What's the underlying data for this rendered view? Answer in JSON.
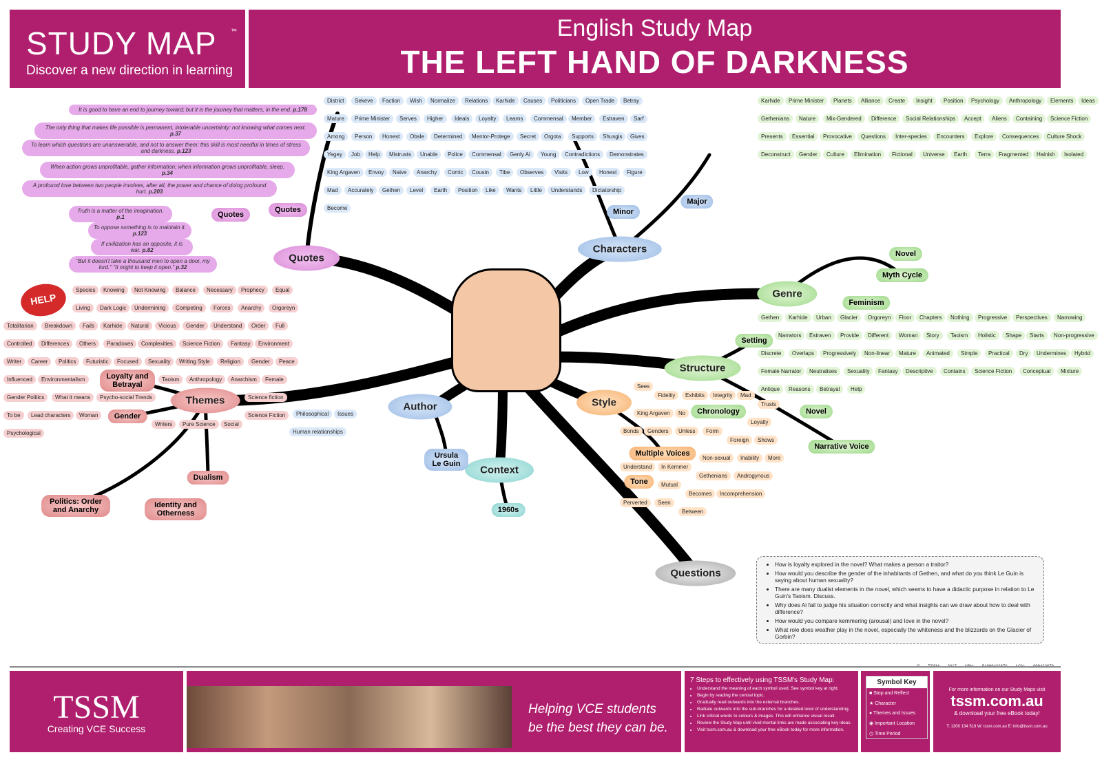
{
  "header": {
    "brand": "STUDY MAP",
    "tagline": "Discover a new direction in learning",
    "tm": "™",
    "subtitle": "English Study Map",
    "title": "THE LEFT HAND OF DARKNESS"
  },
  "main_nodes": {
    "quotes": "Quotes",
    "characters": "Characters",
    "genre": "Genre",
    "structure": "Structure",
    "style": "Style",
    "author": "Author",
    "context": "Context",
    "themes": "Themes",
    "questions": "Questions"
  },
  "sub_nodes": {
    "quotes_a": "Quotes",
    "quotes_b": "Quotes",
    "minor": "Minor",
    "major": "Major",
    "setting": "Setting",
    "chronology": "Chronology",
    "novel": "Novel",
    "narrative_voice": "Narrative Voice",
    "multiple_voices": "Multiple Voices",
    "tone": "Tone",
    "loyalty": "Loyalty and Betrayal",
    "gender": "Gender",
    "dualism": "Dualism",
    "identity": "Identity and Otherness",
    "politics": "Politics: Order and Anarchy",
    "ursula": "Ursula Le Guin",
    "sixties": "1960s",
    "feminism": "Feminism",
    "myth_cycle": "Myth Cycle",
    "genre_novel": "Novel"
  },
  "quotes": [
    {
      "text": "It is good to have an end to journey toward; but it is the journey that matters, in the end.",
      "page": "p.178"
    },
    {
      "text": "The only thing that makes life possible is permanent, intolerable uncertainty: not knowing what comes next.",
      "page": "p.37"
    },
    {
      "text": "To learn which questions are unanswerable, and not to answer them: this skill is most needful in times of stress and darkness.",
      "page": "p.123"
    },
    {
      "text": "When action grows unprofitable, gather information; when information grows unprofitable, sleep.",
      "page": "p.34"
    },
    {
      "text": "A profound love between two people involves, after all, the power and chance of doing profound hurt.",
      "page": "p.203"
    },
    {
      "text": "Truth is a matter of the imagination.",
      "page": "p.1"
    },
    {
      "text": "To oppose something is to maintain it.",
      "page": "p.123"
    },
    {
      "text": "If civilization has an opposite, it is war.",
      "page": "p.82"
    },
    {
      "text": "\"But it doesn't take a thousand men to open a door, my lord.\" \"It might to keep it open.\"",
      "page": "p.32"
    }
  ],
  "leaves": [
    "District",
    "Sekeve",
    "Faction",
    "Wish",
    "Normalize",
    "Relations",
    "Karhide",
    "Causes",
    "Politicians",
    "Open Trade",
    "Betray",
    "Mature",
    "Prime Minister",
    "Serves",
    "Higher",
    "Ideals",
    "Loyalty",
    "Learns",
    "Commensal",
    "Member",
    "Estraven",
    "Among",
    "Person",
    "Honest",
    "Obsle",
    "Determined",
    "Mentor-Protege",
    "Secret",
    "Orgota",
    "Sarf",
    "Supports",
    "Shusgis",
    "Yegey",
    "Gives",
    "Job",
    "Help",
    "Mistrusts",
    "Unable",
    "Police",
    "Commensal",
    "Genly Ai",
    "Young",
    "Contradictions",
    "Demonstrates",
    "King Argaven",
    "Envoy",
    "Naive",
    "Anarchy",
    "Comic",
    "Cousin",
    "Tibe",
    "Observes",
    "Visits",
    "Low",
    "Honest",
    "Figure",
    "Mad",
    "Accurately",
    "Gethen",
    "Level",
    "Earth",
    "Position",
    "Like",
    "Wants",
    "Little",
    "Understands",
    "Dictatorship",
    "Become",
    "Karhide",
    "Prime Minister",
    "Planets",
    "Alliance",
    "Create",
    "Insight",
    "Position",
    "Psychology",
    "Anthropology",
    "Elements",
    "Gethenians",
    "Nature",
    "Mix-Gendered",
    "Difference",
    "Social Relationships",
    "Accept",
    "Aliens",
    "Containing",
    "Science Fiction",
    "Presents",
    "Essential",
    "Provocative",
    "Questions",
    "Inter-species",
    "Encounters",
    "Explore",
    "Consequences",
    "Culture Shock",
    "Ideas",
    "Deconstruct",
    "Gender",
    "Culture",
    "Elimination",
    "Fictional",
    "Universe",
    "Earth",
    "Terra",
    "Fragmented",
    "Hainish",
    "Isolated",
    "Gethen",
    "Karhide",
    "Urban",
    "Glacier",
    "Orgoreyn",
    "Floor",
    "Chapters",
    "Nothing",
    "Progressive",
    "Perspectives",
    "Narrowing",
    "Narrators",
    "Estraven",
    "Provide",
    "Different",
    "Woman",
    "Story",
    "Taoism",
    "Holistic",
    "Shape",
    "Starts",
    "Non-progressive",
    "Discrete",
    "Overlaps",
    "Progressively",
    "Non-linear",
    "Mature",
    "Animated",
    "Simple",
    "Practical",
    "Dry",
    "Undermines",
    "Female Narrator",
    "Neutralises",
    "Sexuality",
    "Hybrid",
    "Fantasy",
    "Descriptive",
    "Contains",
    "Science Fiction",
    "Conceptual",
    "Mixture",
    "Antique",
    "Reasons",
    "Betrayal",
    "Help",
    "Sees",
    "Fidelity",
    "Exhibits",
    "Integrity",
    "King Argaven",
    "Mad",
    "Trusts",
    "Loyalty",
    "Bonds",
    "Genders",
    "Unless",
    "No",
    "Form",
    "Foreign",
    "Non-sexual",
    "Shows",
    "Inability",
    "Understand",
    "In Kemmer",
    "Gethenians",
    "Androgynous",
    "More",
    "Mutual",
    "Becomes",
    "Incomprehension",
    "Perverted",
    "Seen",
    "Between",
    "Species",
    "Knowing",
    "Not Knowing",
    "Balance",
    "Necessary",
    "Prophecy",
    "Equal",
    "Living",
    "Dark Logic",
    "Undermining",
    "Competing",
    "Forces",
    "Anarchy",
    "Orgoreyn",
    "Totalitarian",
    "Breakdown",
    "Fails",
    "Karhide",
    "Natural",
    "Vicious",
    "Gender",
    "Understand",
    "Order",
    "Full",
    "Controlled",
    "Differences",
    "Others",
    "Paradoxes",
    "Complexities",
    "Science Fiction",
    "Fantasy",
    "Environment",
    "Writer",
    "Career",
    "Politics",
    "Futuristic",
    "Focused",
    "Sexuality",
    "Writing Style",
    "Religion",
    "Gender",
    "Influenced",
    "Peace",
    "Environmentalism",
    "Taoism",
    "Anthropology",
    "Anarchism",
    "Gender Politics",
    "Female",
    "What it means",
    "Psycho-social Trends",
    "Science fiction",
    "To be",
    "Lead characters",
    "Science Fiction",
    "Woman",
    "Writers",
    "Pure Science",
    "Social",
    "Psychological",
    "Philosophical",
    "Human relationships",
    "Issues"
  ],
  "questions": [
    "How is loyalty explored in the novel? What makes a person a traitor?",
    "How would you describe the gender of the inhabitants of Gethen, and what do you think Le Guin is saying about human sexuality?",
    "There are many dualist elements in the novel, which seems to have a didactic purpose in relation to Le Guin's Taoism. Discuss.",
    "Why does Ai fail to judge his situation correctly and what insights can we draw about how to deal with difference?",
    "How would you compare kemmering (arousal) and love in the novel?",
    "What role does weather play in the novel, especially the whiteness and the blizzards on the Glacier of Gorbin?"
  ],
  "icons": {
    "help": "HELP"
  },
  "footer": {
    "copyright": "© TSSM 2017",
    "abn": "ABN: 54099422670",
    "acn": "ACN: 099422670",
    "logo": "TSSM",
    "logo_tag": "Creating VCE Success",
    "slogan1": "Helping VCE students",
    "slogan2": "be the best they can be.",
    "steps_title": "7 Steps to effectively using TSSM's Study Map:",
    "steps": [
      "Understand the meaning of each symbol used. See symbol key at right.",
      "Begin by reading the central topic.",
      "Gradually read outwards into the external branches.",
      "Radiate outwards into the sub-branches for a detailed level of understanding.",
      "Link critical words to colours & images. This will enhance visual recall.",
      "Review the Study Map until vivid mental links are made associating key ideas.",
      "Visit tssm.com.au & download your free eBook today for more information."
    ],
    "symbol_key_title": "Symbol Key",
    "symbols": [
      "Stop and Reflect",
      "Character",
      "Themes and Issues",
      "Important Location",
      "Time Period"
    ],
    "more_info": "For more information on our Study Maps visit",
    "site": "tssm.com.au",
    "download": "& download your free eBook today!",
    "contact": "T: 1300 134 518   W: tssm.com.au   E: info@tssm.com.au"
  },
  "colors": {
    "brand": "#b01f6e",
    "branch": "#000000"
  }
}
